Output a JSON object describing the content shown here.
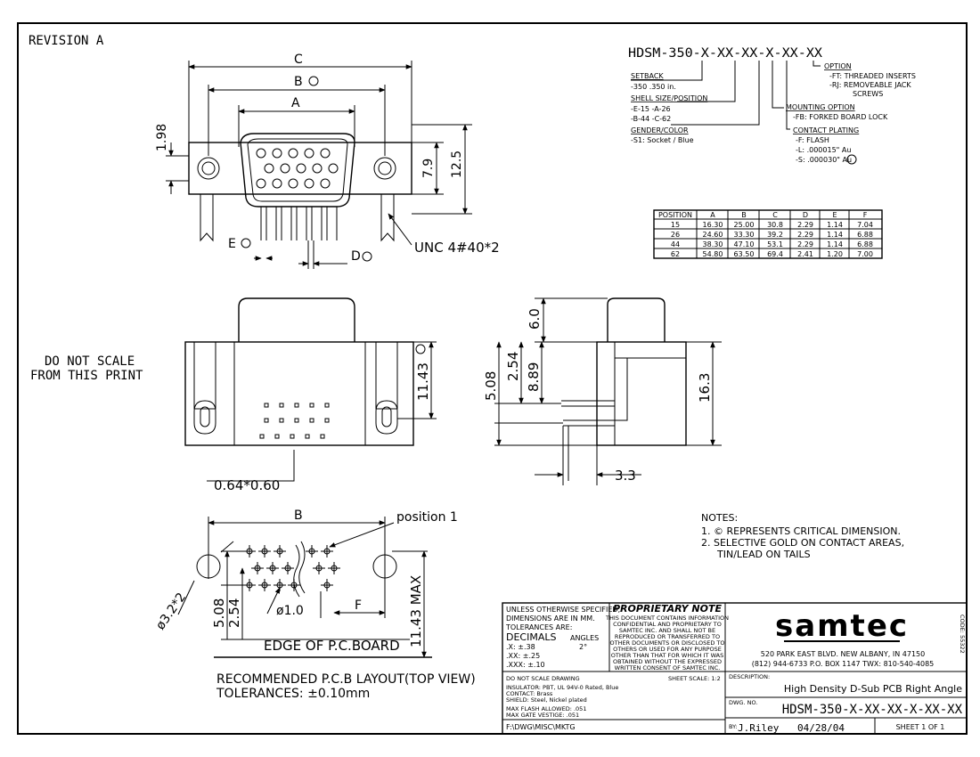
{
  "revision": "REVISION A",
  "part_number_pattern": "HDSM-350-X-XX-XX-X-XX-XX",
  "options": {
    "setback": {
      "title": "SETBACK",
      "lines": [
        "-350  .350 in."
      ]
    },
    "shell": {
      "title": "SHELL SIZE/POSITION",
      "lines": [
        "-E-15   -A-26",
        "-B-44   -C-62"
      ]
    },
    "gender": {
      "title": "GENDER/COLOR",
      "lines": [
        "-S1: Socket / Blue"
      ]
    },
    "option": {
      "title": "OPTION",
      "lines": [
        "-FT: THREADED INSERTS",
        "-RJ: REMOVEABLE JACK",
        "SCREWS"
      ]
    },
    "mounting": {
      "title": "MOUNTING OPTION",
      "lines": [
        "-FB:  FORKED BOARD LOCK"
      ]
    },
    "plating": {
      "title": "CONTACT PLATING",
      "lines": [
        "-F: FLASH",
        "-L: .000015\" Au",
        "-S: .000030\" Au"
      ]
    }
  },
  "dimension_table": {
    "headers": [
      "POSITION",
      "A",
      "B",
      "C",
      "D",
      "E",
      "F"
    ],
    "rows": [
      [
        "15",
        "16.30",
        "25.00",
        "30.8",
        "2.29",
        "1.14",
        "7.04"
      ],
      [
        "26",
        "24.60",
        "33.30",
        "39.2",
        "2.29",
        "1.14",
        "6.88"
      ],
      [
        "44",
        "38.30",
        "47.10",
        "53.1",
        "2.29",
        "1.14",
        "6.88"
      ],
      [
        "62",
        "54.80",
        "63.50",
        "69.4",
        "2.41",
        "1.20",
        "7.00"
      ]
    ]
  },
  "front_view_dims": {
    "c": "C",
    "b": "B",
    "a": "A",
    "d198": "1.98",
    "d79": "7.9",
    "d125": "12.5",
    "e": "E",
    "d": "D",
    "unc": "UNC 4#40*2"
  },
  "side_view_dims": {
    "d60": "6.0",
    "d254": "2.54",
    "d508": "5.08",
    "d889": "8.89",
    "d163": "16.3",
    "d33": "3.3"
  },
  "top_view_dims": {
    "d1143": "11.43",
    "d064": "0.64*0.60"
  },
  "do_not_scale": [
    "DO NOT SCALE",
    "FROM THIS PRINT"
  ],
  "pcb_layout": {
    "b": "B",
    "position": "position 1",
    "d32": "ø3.2*2",
    "d10": "ø1.0",
    "f": "F",
    "d508": "5.08",
    "d254": "2.54",
    "d1143": "11.43 MAX",
    "edge": "EDGE OF P.C.BOARD",
    "caption": "RECOMMENDED P.C.B LAYOUT(TOP VIEW)",
    "tolerance": "TOLERANCES: ±0.10mm"
  },
  "notes": {
    "title": "NOTES:",
    "items": [
      "1.  © REPRESENTS CRITICAL DIMENSION.",
      "2.  SELECTIVE GOLD ON CONTACT AREAS,",
      "TIN/LEAD ON TAILS"
    ]
  },
  "title_block": {
    "spec": [
      "UNLESS OTHERWISE SPECIFIED,",
      "DIMENSIONS ARE IN MM.",
      "TOLERANCES ARE:"
    ],
    "decimals_label": "DECIMALS",
    "angles_label": "ANGLES",
    "tol_x": ".X:  ±.38",
    "tol_angle": "2°",
    "tol_xx": ".XX:  ±.25",
    "tol_xxx": ".XXX:  ±.10",
    "proprietary_title": "PROPRIETARY NOTE",
    "proprietary_text": [
      "THIS DOCUMENT CONTAINS INFORMATION",
      "CONFIDENTIAL AND PROPRIETARY TO",
      "SAMTEC INC. AND SHALL NOT BE",
      "REPRODUCED OR TRANSFERRED TO",
      "OTHER DOCUMENTS OR DISCLOSED TO",
      "OTHERS OR USED FOR ANY PURPOSE",
      "OTHER THAN THAT FOR WHICH IT WAS",
      "OBTAINED WITHOUT THE EXPRESSED",
      "WRITTEN CONSENT OF SAMTEC INC."
    ],
    "do_not_scale": "DO  NOT  SCALE  DRAWING",
    "sheet_scale": "SHEET SCALE:  1:2",
    "materials": [
      "INSULATOR: PBT, UL 94V-0 Rated, Blue",
      "CONTACT: Brass",
      "SHIELD: Steel, Nickel plated"
    ],
    "flash": [
      "MAX FLASH ALLOWED: .051",
      "MAX GATE VESTIGE: .051"
    ],
    "path": "F:\\DWG\\MISC\\MKTG",
    "logo": "samtec",
    "code": "CODE: 55322",
    "address": "520 PARK EAST BLVD. NEW ALBANY, IN 47150",
    "phone": "(812) 944-6733  P.O. BOX 1147  TWX: 810-540-4085",
    "description_label": "DESCRIPTION:",
    "description": "High Density D-Sub PCB Right Angle",
    "dwg_label": "DWG.  NO.",
    "dwg_no": "HDSM-350-X-XX-XX-X-XX-XX",
    "by_label": "BY:",
    "by": "J.Riley",
    "date": "04/28/04",
    "sheet": "SHEET 1 OF 1"
  }
}
